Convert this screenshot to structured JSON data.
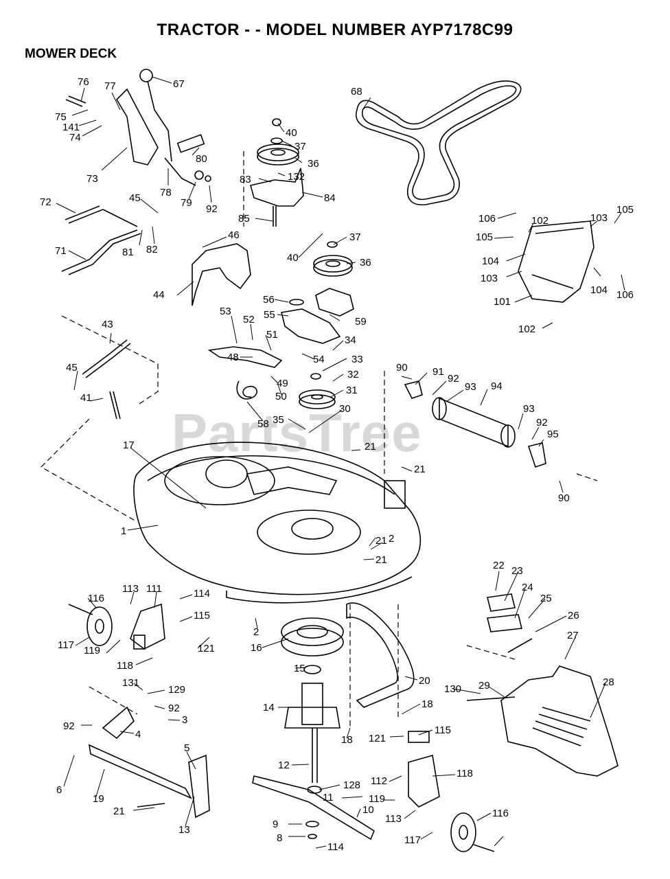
{
  "title": "TRACTOR - - MODEL NUMBER AYP7178C99",
  "subtitle": "MOWER DECK",
  "watermark": "PartsTree",
  "part_labels": [
    "76",
    "77",
    "67",
    "75",
    "141",
    "74",
    "73",
    "80",
    "78",
    "79",
    "92",
    "72",
    "45",
    "82",
    "81",
    "71",
    "68",
    "40",
    "37",
    "36",
    "83",
    "132",
    "84",
    "85",
    "46",
    "44",
    "40",
    "37",
    "36",
    "106",
    "102",
    "103",
    "105",
    "105",
    "104",
    "103",
    "104",
    "106",
    "101",
    "102",
    "56",
    "55",
    "59",
    "53",
    "52",
    "51",
    "34",
    "48",
    "54",
    "33",
    "49",
    "50",
    "58",
    "32",
    "31",
    "35",
    "30",
    "90",
    "91",
    "92",
    "93",
    "94",
    "93",
    "92",
    "95",
    "90",
    "43",
    "45",
    "41",
    "17",
    "21",
    "21",
    "1",
    "2",
    "21",
    "113",
    "111",
    "114",
    "116",
    "115",
    "117",
    "119",
    "121",
    "118",
    "16",
    "15",
    "14",
    "20",
    "18",
    "18",
    "2",
    "21",
    "22",
    "23",
    "24",
    "25",
    "26",
    "27",
    "28",
    "29",
    "130",
    "131",
    "129",
    "92",
    "92",
    "3",
    "4",
    "5",
    "6",
    "19",
    "21",
    "13",
    "12",
    "128",
    "11",
    "10",
    "9",
    "8",
    "114",
    "121",
    "115",
    "112",
    "118",
    "119",
    "113",
    "117",
    "116"
  ]
}
